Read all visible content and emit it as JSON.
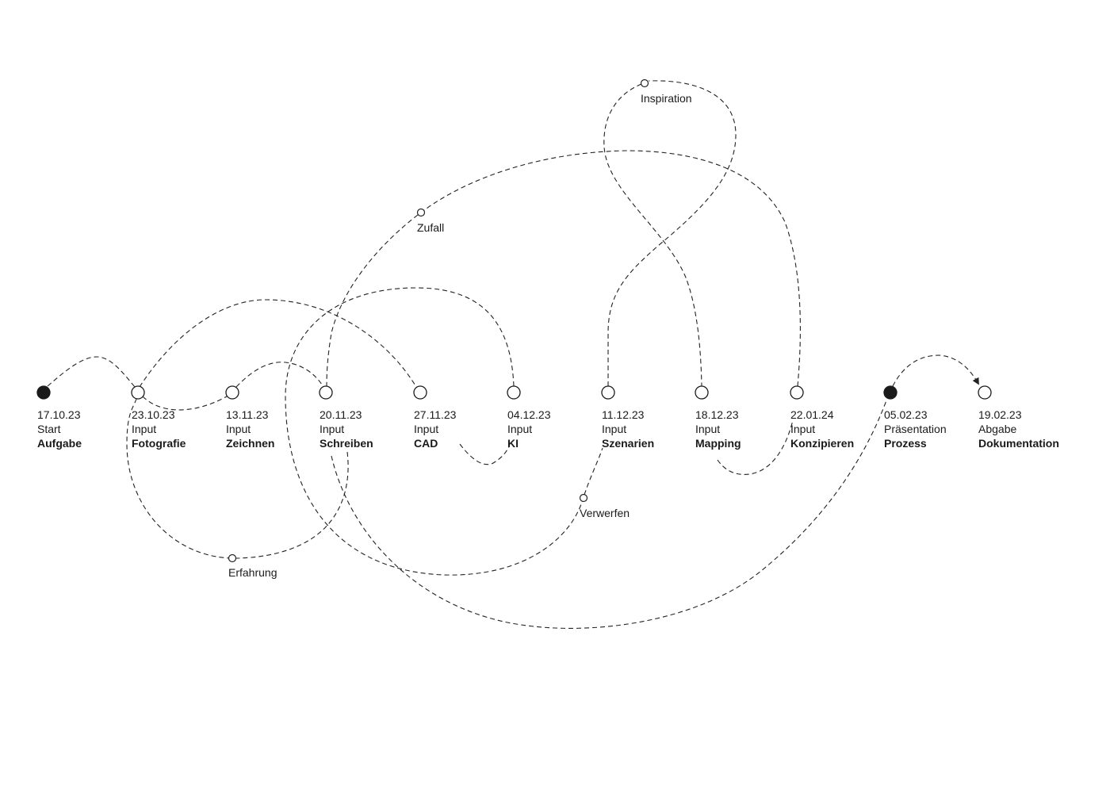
{
  "colors": {
    "ink": "#1a1a1a",
    "background": "#ffffff"
  },
  "milestones": [
    {
      "date": "17.10.23",
      "type": "Start",
      "title": "Aufgabe",
      "filled": true
    },
    {
      "date": "23.10.23",
      "type": "Input",
      "title": "Fotografie",
      "filled": false
    },
    {
      "date": "13.11.23",
      "type": "Input",
      "title": "Zeichnen",
      "filled": false
    },
    {
      "date": "20.11.23",
      "type": "Input",
      "title": "Schreiben",
      "filled": false
    },
    {
      "date": "27.11.23",
      "type": "Input",
      "title": "CAD",
      "filled": false
    },
    {
      "date": "04.12.23",
      "type": "Input",
      "title": "KI",
      "filled": false
    },
    {
      "date": "11.12.23",
      "type": "Input",
      "title": "Szenarien",
      "filled": false
    },
    {
      "date": "18.12.23",
      "type": "Input",
      "title": "Mapping",
      "filled": false
    },
    {
      "date": "22.01.24",
      "type": "Input",
      "title": "Konzipieren",
      "filled": false
    },
    {
      "date": "05.02.23",
      "type": "Präsentation",
      "title": "Prozess",
      "filled": true
    },
    {
      "date": "19.02.23",
      "type": "Abgabe",
      "title": "Dokumentation",
      "filled": false
    }
  ],
  "waypoints": {
    "inspiration": "Inspiration",
    "zufall": "Zufall",
    "erfahrung": "Erfahrung",
    "verwerfen": "Verwerfen"
  }
}
